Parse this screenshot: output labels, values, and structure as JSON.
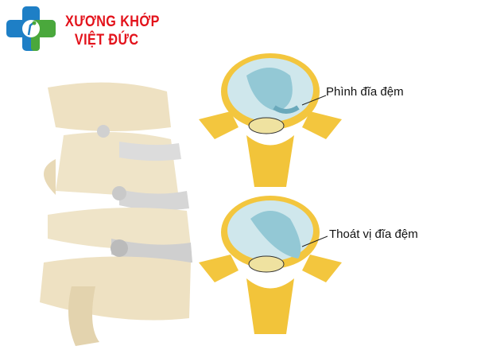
{
  "logo": {
    "line1": "XƯƠNG KHỚP",
    "line2": "VIỆT ĐỨC",
    "icon": "medical-cross-icon"
  },
  "labels": {
    "top": "Phình đĩa đệm",
    "bottom": "Thoát vị đĩa đệm"
  },
  "colors": {
    "brand_red": "#e3121b",
    "cross_blue": "#1e7fc6",
    "cross_green": "#4aa83c",
    "bone": "#f2d98a",
    "disc": "#a8d4dc"
  }
}
